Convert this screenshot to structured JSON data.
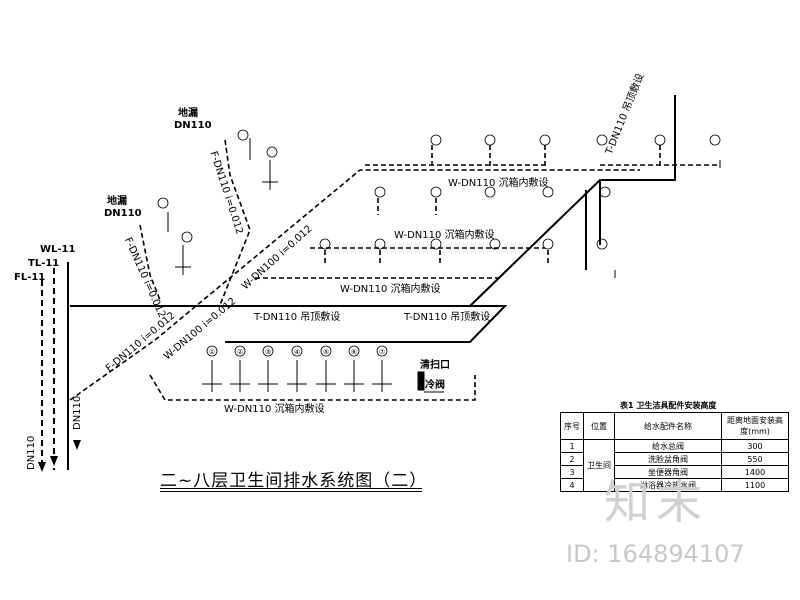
{
  "labels": {
    "floor_drain": "地漏",
    "dn": "DN110",
    "pipe_f": "F-DN110 i=0.012",
    "pipe_w_slope": "W-DN100 i=0.012",
    "pipe_w_buried": "W-DN110 沉箱内敷设",
    "pipe_t_ceiling": "T-DN110 吊顶敷设",
    "riser_wl": "WL-11",
    "riser_tl": "TL-11",
    "riser_fl": "FL-11",
    "cleanout": "清扫口",
    "valve": "冷阀"
  },
  "fixtures": [
    "①",
    "②",
    "③",
    "④",
    "⑤",
    "⑥",
    "⑦"
  ],
  "title": "二~八层卫生间排水系统图（二）",
  "table": {
    "caption": "表1  卫生洁具配件安装高度",
    "headers": [
      "序号",
      "位置",
      "给水配件名称",
      "距离地面安装高度(mm)"
    ],
    "location": "卫生间",
    "rows": [
      {
        "no": "1",
        "name": "给水总阀",
        "height": "300"
      },
      {
        "no": "2",
        "name": "洗脸盆角阀",
        "height": "550"
      },
      {
        "no": "3",
        "name": "坐便器角阀",
        "height": "1400"
      },
      {
        "no": "4",
        "name": "淋浴器冷热水阀",
        "height": "1100"
      }
    ]
  },
  "watermark": {
    "logo": "知末",
    "id": "ID: 164894107"
  }
}
